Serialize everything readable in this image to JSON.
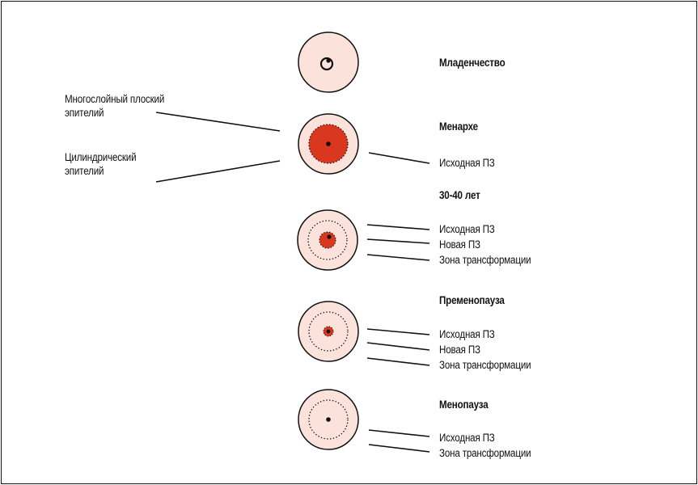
{
  "colors": {
    "disc_fill": "#fbe3dc",
    "ectopy": "#d9381e",
    "ink": "#111111"
  },
  "left_labels": {
    "squamous": "Многослойный плоский эпителий",
    "squamous_line1": "Многослойный плоский",
    "squamous_line2": "эпителий",
    "columnar": "Цилиндрический эпителий",
    "columnar_line1": "Цилиндрический",
    "columnar_line2": "эпителий"
  },
  "stages": [
    {
      "title": "Младенчество",
      "labels": []
    },
    {
      "title": "Менархе",
      "labels": [
        "Исходная ПЗ"
      ]
    },
    {
      "title": "30-40 лет",
      "labels": [
        "Исходная ПЗ",
        "Новая ПЗ",
        "Зона  трансформации"
      ]
    },
    {
      "title": "Пременопауза",
      "labels": [
        "Исходная ПЗ",
        "Новая ПЗ",
        "Зона трансформации"
      ]
    },
    {
      "title": "Менопауза",
      "labels": [
        "Исходная ПЗ",
        "Зона трансформации"
      ]
    }
  ]
}
